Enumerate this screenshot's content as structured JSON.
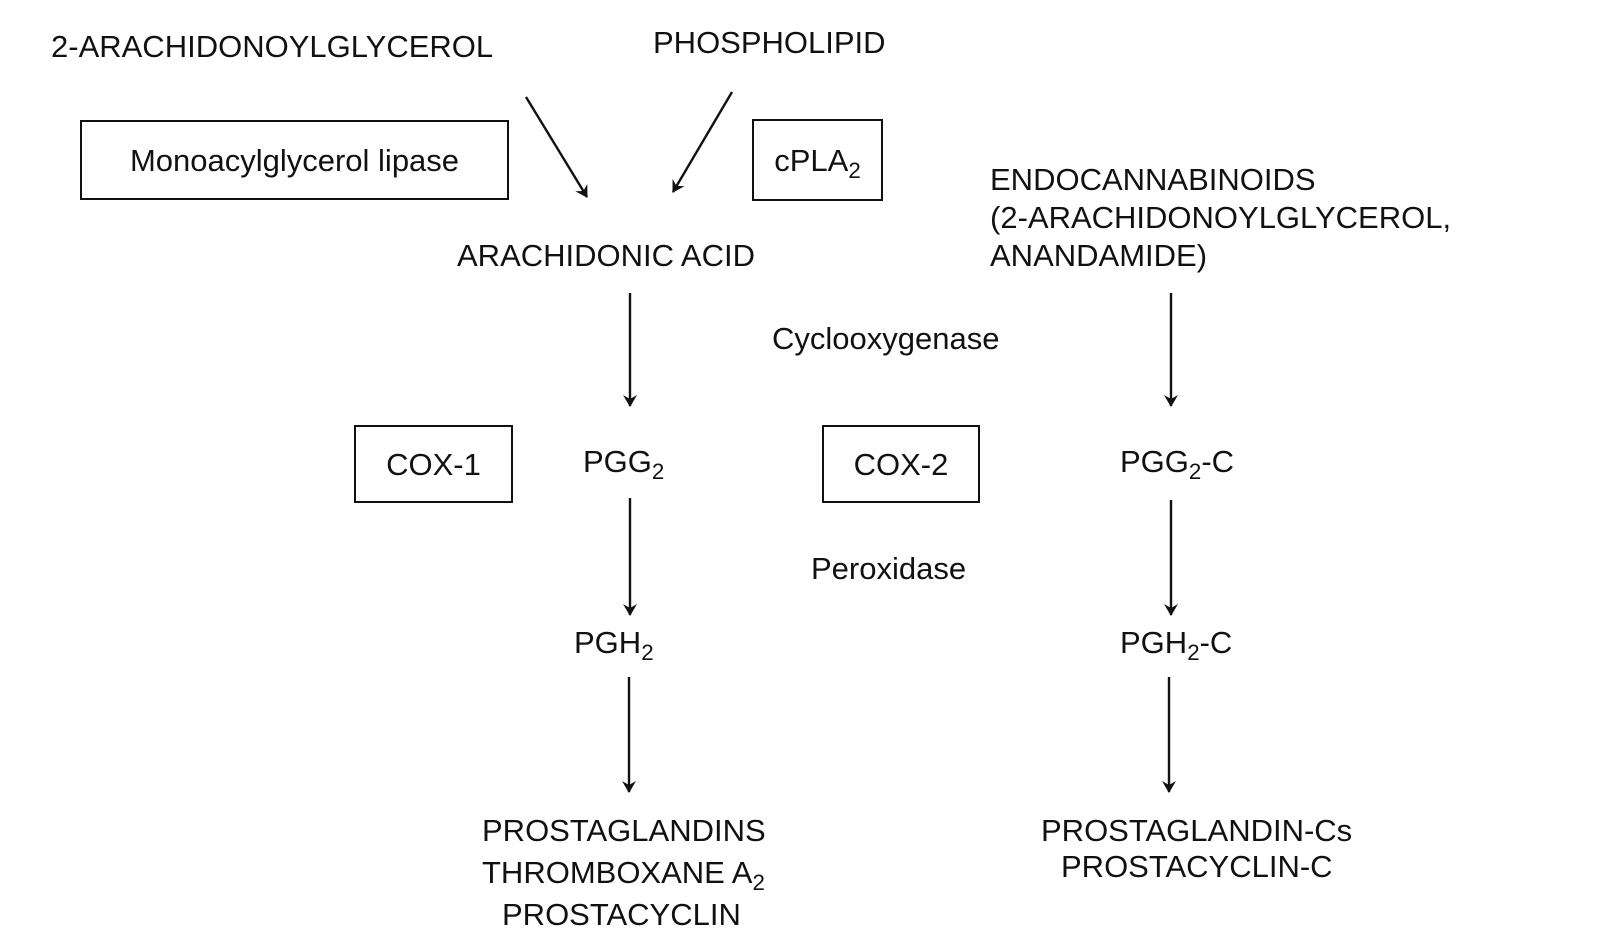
{
  "sources": {
    "left": "2-ARACHIDONOYLGLYCEROL",
    "right": "PHOSPHOLIPID"
  },
  "enzymes": {
    "mgl": "Monoacylglycerol lipase",
    "cpla": {
      "base": "cPLA",
      "sub": "2"
    },
    "cox1": "COX-1",
    "cox2": "COX-2",
    "cyclooxygenase": "Cyclooxygenase",
    "peroxidase": "Peroxidase"
  },
  "arachidonic_acid": "ARACHIDONIC ACID",
  "endocannabinoids": {
    "lines": [
      "ENDOCANNABINOIDS",
      "(2-ARACHIDONOYLGLYCEROL,",
      "ANANDAMIDE)"
    ]
  },
  "cox1_pathway": {
    "pgg": {
      "base": "PGG",
      "sub": "2"
    },
    "pgh": {
      "base": "PGH",
      "sub": "2"
    },
    "products": {
      "line1": "PROSTAGLANDINS",
      "line2": {
        "base": "THROMBOXANE A",
        "sub": "2"
      },
      "line3": "PROSTACYCLIN"
    }
  },
  "cox2_pathway": {
    "pgg": {
      "base": "PGG",
      "sub": "2",
      "suffix": "-C"
    },
    "pgh": {
      "base": "PGH",
      "sub": "2",
      "suffix": "-C"
    },
    "products": {
      "line1": "PROSTAGLANDIN-Cs",
      "line2": "PROSTACYCLIN-C"
    }
  },
  "colors": {
    "ink": "#111111",
    "background": "#ffffff"
  }
}
